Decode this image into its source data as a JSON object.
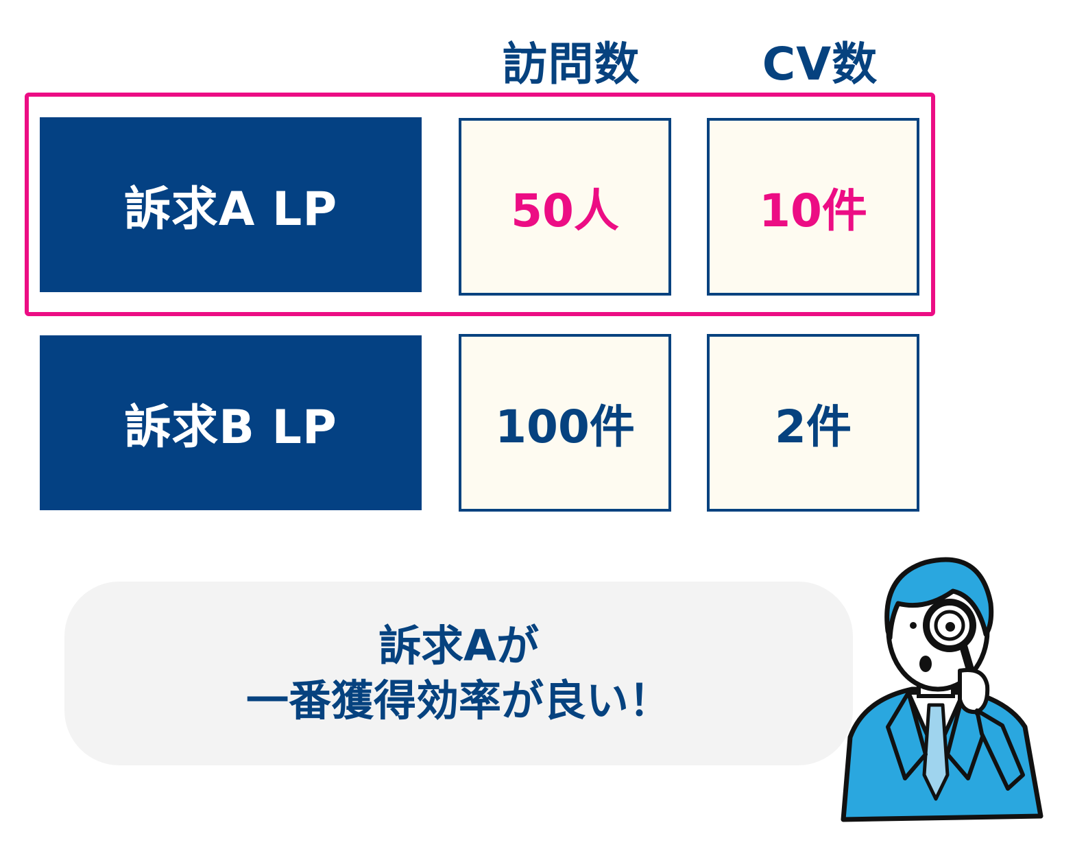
{
  "columns": {
    "visits": "訪問数",
    "cv": "CV数"
  },
  "rows": [
    {
      "label": "訴求A LP",
      "visits": "50人",
      "cv": "10件",
      "highlighted": true
    },
    {
      "label": "訴求B LP",
      "visits": "100件",
      "cv": "2件",
      "highlighted": false
    }
  ],
  "conclusion": {
    "line1": "訴求Aが",
    "line2": "一番獲得効率が良い！"
  },
  "colors": {
    "navy": "#044183",
    "highlight_pink": "#ec0d84",
    "cell_background": "#fefbf1",
    "bubble_background": "#f3f3f3",
    "character_blue": "#2aa7df"
  },
  "icons": {
    "character": "businessman-with-magnifying-glass-icon"
  }
}
